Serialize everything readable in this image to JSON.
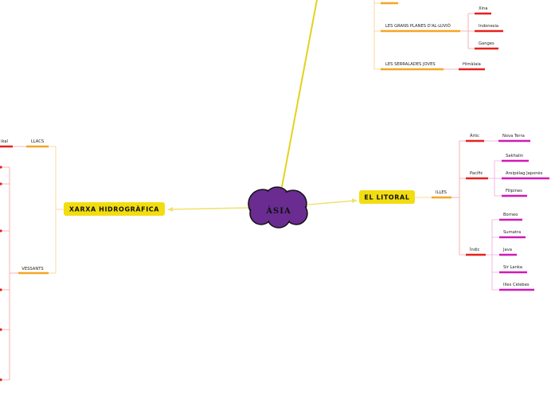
{
  "colors": {
    "center_fill": "#6a2c91",
    "topic_fill": "#f2dd10",
    "trunk_line": "#e4d21c",
    "orange": "#f5a623",
    "red": "#e8201c",
    "magenta": "#d318b8",
    "pink_line": "#f3a6dc",
    "light_orange_line": "#f9d9a0"
  },
  "center": {
    "label": "ÀSIA"
  },
  "topics": {
    "xarxa": "XARXA HIDROGRÀFICA",
    "litoral": "EL LITORAL"
  },
  "relleu": {
    "planes": "LES GRANS PLANES D'AL·LUVIÓ",
    "planes_items": [
      "Xina",
      "Indonesia",
      "Ganges"
    ],
    "serralades": "LES SERRALADES JOVES",
    "serralades_items": [
      "Himàlaia"
    ]
  },
  "xarxa_branches": {
    "llacs": "LLACS",
    "llacs_item_partial": "ikal",
    "vessants": "VESSANTS"
  },
  "litoral_branches": {
    "illes": "ILLES",
    "artic": "Àrtic",
    "artic_items": [
      "Nova Terra"
    ],
    "pacific": "Pacífic",
    "pacific_items": [
      "Sakhalin",
      "Arxipèlag Japonès",
      "Filipines"
    ],
    "indic": "Índic",
    "indic_items": [
      "Borneo",
      "Sumatra",
      "Java",
      "Sir Lanka",
      "Illes Cèlebes"
    ]
  }
}
